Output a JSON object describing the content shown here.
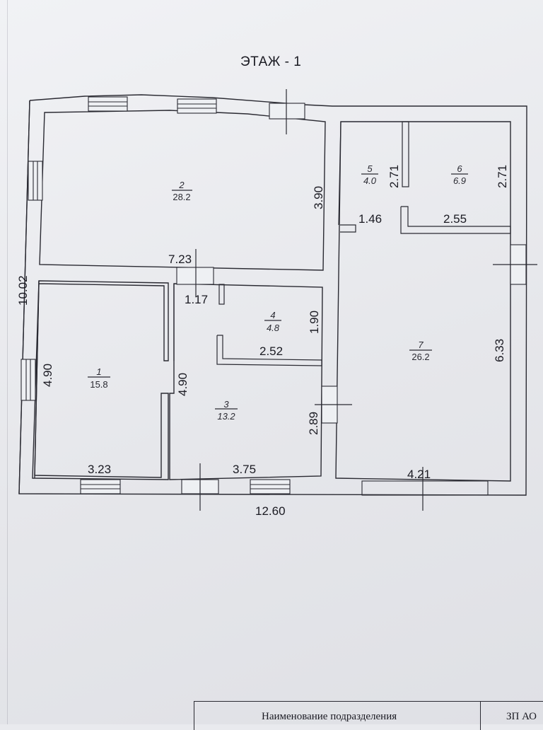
{
  "title": "ЭТАЖ - 1",
  "rooms": [
    {
      "id": "1",
      "number": "1",
      "area": "15.8"
    },
    {
      "id": "2",
      "number": "2",
      "area": "28.2"
    },
    {
      "id": "3",
      "number": "3",
      "area": "13.2"
    },
    {
      "id": "4",
      "number": "4",
      "area": "4.8"
    },
    {
      "id": "5",
      "number": "5",
      "area": "4.0"
    },
    {
      "id": "6",
      "number": "6",
      "area": "6.9"
    },
    {
      "id": "7",
      "number": "7",
      "area": "26.2"
    }
  ],
  "dimensions": {
    "total_width": "12.60",
    "total_height": "10.02",
    "room2_width": "7.23",
    "room2_height": "3.90",
    "room1_height": "4.90",
    "room1_width": "3.23",
    "room3_height": "4.90",
    "room3_width": "3.75",
    "door_width": "1.17",
    "room4_height": "1.90",
    "room4_width": "2.52",
    "room3_right_height": "2.89",
    "room5_height": "2.71",
    "room6_height": "2.71",
    "room5_width": "1.46",
    "room6_width": "2.55",
    "room7_height": "6.33",
    "room7_width": "4.21"
  },
  "stamp": {
    "department": "Наименование подразделения",
    "code": "ЗП АО"
  }
}
